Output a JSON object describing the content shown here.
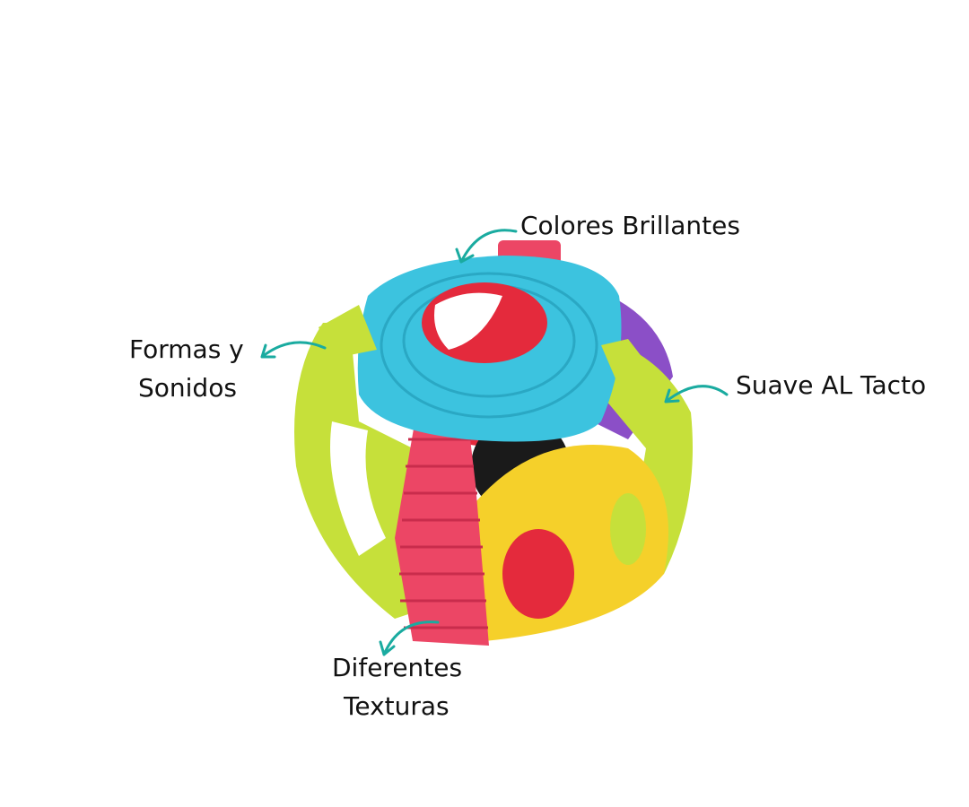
{
  "callouts": {
    "top": "Colores Brillantes",
    "left_line1": "Formas y",
    "left_line2": "Sonidos",
    "right": "Suave AL Tacto",
    "bottom_line1": "Diferentes",
    "bottom_line2": "Texturas"
  },
  "colors": {
    "arrow": "#1aaba0",
    "blue": "#3cc3df",
    "red": "#e42a3c",
    "pink": "#ec4665",
    "yellow": "#f5d02a",
    "lime": "#c6e03a",
    "purple": "#8b4fc7"
  }
}
